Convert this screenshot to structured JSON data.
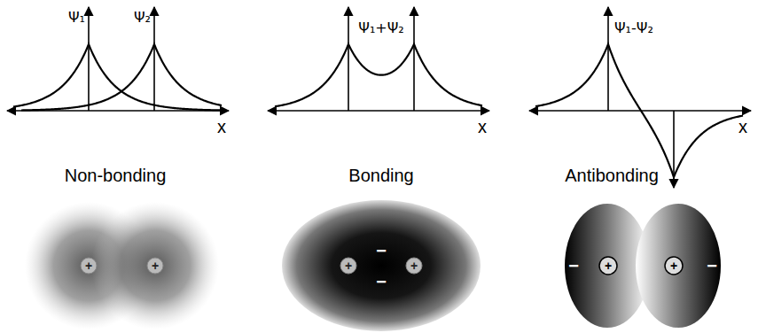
{
  "diagram": {
    "labels": [
      "Ψ₁",
      "Ψ₂",
      "x",
      "Ψ₁+Ψ₂",
      "x",
      "Ψ₁-Ψ₂",
      "x",
      "Non-bonding",
      "Bonding",
      "Antibonding",
      "+",
      "+",
      "+",
      "−",
      "−",
      "+",
      "−",
      "+",
      "+",
      "−"
    ]
  }
}
